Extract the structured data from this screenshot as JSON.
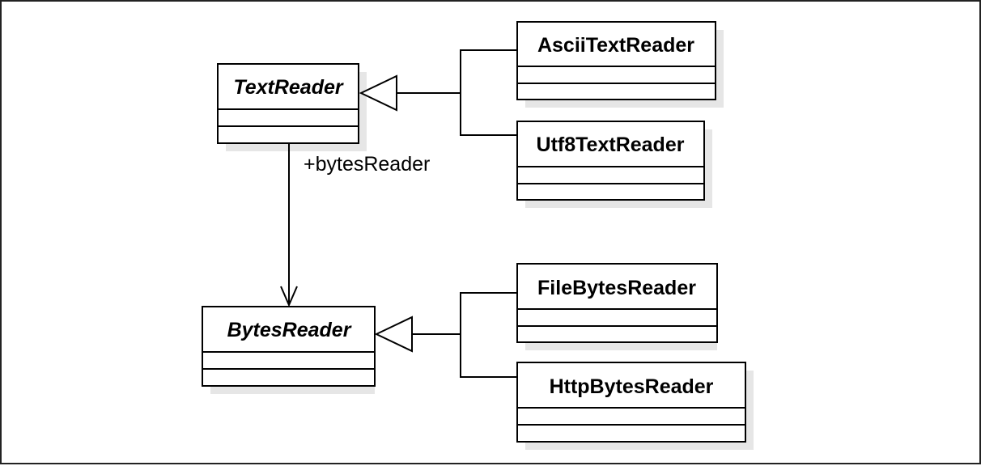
{
  "diagram": {
    "classes": [
      {
        "id": "text-reader",
        "name": "TextReader",
        "abstract": true
      },
      {
        "id": "ascii-text-reader",
        "name": "AsciiTextReader",
        "abstract": false
      },
      {
        "id": "utf8-text-reader",
        "name": "Utf8TextReader",
        "abstract": false
      },
      {
        "id": "bytes-reader",
        "name": "BytesReader",
        "abstract": true
      },
      {
        "id": "file-bytes-reader",
        "name": "FileBytesReader",
        "abstract": false
      },
      {
        "id": "http-bytes-reader",
        "name": "HttpBytesReader",
        "abstract": false
      }
    ],
    "relations": [
      {
        "type": "generalization",
        "from": "AsciiTextReader",
        "to": "TextReader"
      },
      {
        "type": "generalization",
        "from": "Utf8TextReader",
        "to": "TextReader"
      },
      {
        "type": "generalization",
        "from": "FileBytesReader",
        "to": "BytesReader"
      },
      {
        "type": "generalization",
        "from": "HttpBytesReader",
        "to": "BytesReader"
      },
      {
        "type": "association",
        "from": "TextReader",
        "to": "BytesReader",
        "label": "+bytesReader"
      }
    ],
    "colors": {
      "line": "#000000",
      "fill": "#ffffff",
      "shadow": "#e6e6e6",
      "frame": "#222222"
    }
  }
}
